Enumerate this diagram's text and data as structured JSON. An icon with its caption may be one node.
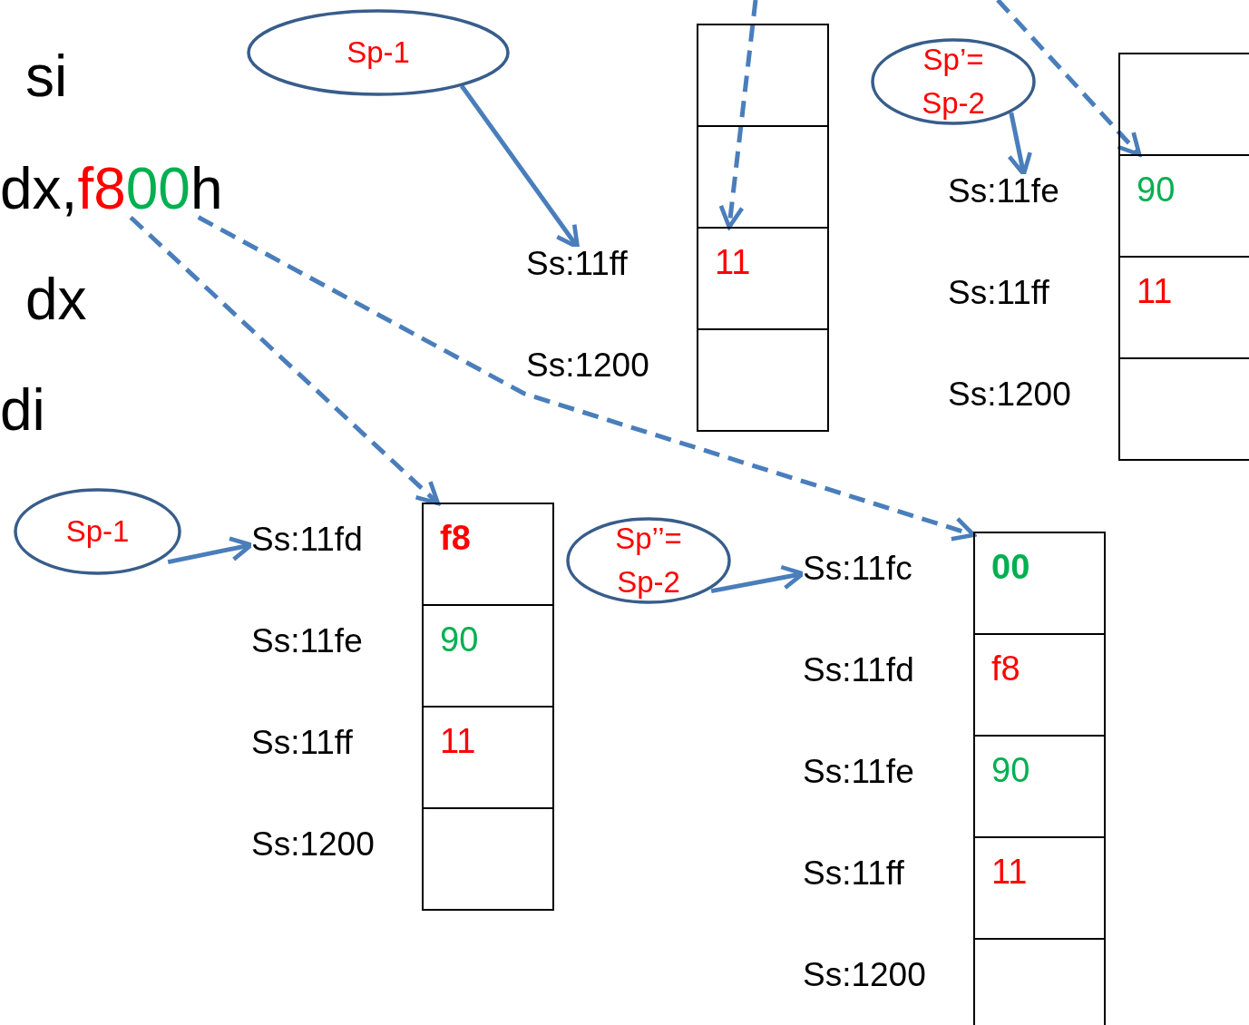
{
  "diagram": {
    "nodes": [
      {
        "text": [
          "si"
        ]
      },
      {
        "text": [
          "dx,",
          "f8",
          "00",
          "h"
        ]
      },
      {
        "text": [
          "dx"
        ]
      },
      {
        "text": [
          "di"
        ]
      },
      {
        "text": [
          "Sp-1"
        ]
      },
      {
        "text": [
          "Sp’= Sp-2"
        ]
      },
      {
        "text": [
          "Sp-1"
        ]
      },
      {
        "text": [
          "Sp’’= Sp-2"
        ]
      },
      {
        "text": [],
        "shape": "box"
      },
      {
        "text": [],
        "shape": "box"
      },
      {
        "text": [
          "Ss:11ff"
        ]
      },
      {
        "text": [
          "11"
        ]
      },
      {
        "text": [
          "Ss:1200"
        ]
      },
      {
        "text": [],
        "shape": "box"
      },
      {
        "text": [],
        "shape": "box"
      },
      {
        "text": [
          "Ss:11fe"
        ]
      },
      {
        "text": [
          "90"
        ]
      },
      {
        "text": [
          "Ss:11ff"
        ]
      },
      {
        "text": [
          "11"
        ]
      },
      {
        "text": [
          "Ss:1200"
        ]
      },
      {
        "text": [],
        "shape": "box"
      },
      {
        "text": [
          "Ss:11fd"
        ]
      },
      {
        "text": [
          "f8"
        ]
      },
      {
        "text": [
          "Ss:11fe"
        ]
      },
      {
        "text": [
          "90"
        ]
      },
      {
        "text": [
          "Ss:11ff"
        ]
      },
      {
        "text": [
          "11"
        ]
      },
      {
        "text": [
          "Ss:1200"
        ]
      },
      {
        "text": [],
        "shape": "box"
      },
      {
        "text": [
          "Ss:11fc"
        ]
      },
      {
        "text": [
          "00"
        ]
      },
      {
        "text": [
          "Ss:11fd"
        ]
      },
      {
        "text": [
          "f8"
        ]
      },
      {
        "text": [
          "Ss:11fe"
        ]
      },
      {
        "text": [
          "90"
        ]
      },
      {
        "text": [
          "Ss:11ff"
        ]
      },
      {
        "text": [
          "11"
        ]
      },
      {
        "text": [
          "Ss:1200"
        ]
      },
      {
        "text": [],
        "shape": "box"
      }
    ],
    "edges": [
      {
        "from": 4,
        "to": 10,
        "arrow": "to"
      },
      {
        "from": null,
        "to": 11,
        "arrow": "to",
        "style": "dashed"
      },
      {
        "from": 5,
        "to": 15,
        "arrow": "to"
      },
      {
        "from": null,
        "to": 16,
        "arrow": "to",
        "style": "dashed"
      },
      {
        "from": 6,
        "to": 21,
        "arrow": "to"
      },
      {
        "from": 7,
        "to": 29,
        "arrow": "to"
      },
      {
        "from": 1,
        "to": 22,
        "arrow": "to",
        "style": "dashed"
      },
      {
        "from": 1,
        "to": 30,
        "arrow": "to",
        "style": "dashed"
      }
    ]
  }
}
